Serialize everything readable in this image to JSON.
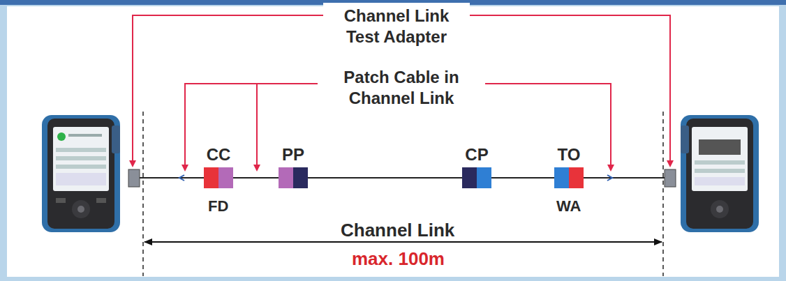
{
  "diagram": {
    "nodes": [
      {
        "text": [
          "Channel Link Test Adapter"
        ]
      },
      {
        "text": [
          "Patch Cable in Channel Link"
        ]
      },
      {
        "text": [
          "CC"
        ]
      },
      {
        "text": [
          "PP"
        ]
      },
      {
        "text": [
          "CP"
        ]
      },
      {
        "text": [
          "TO"
        ]
      }
    ],
    "edges": [
      {
        "from": 2,
        "to": 3,
        "arrow": "none"
      },
      {
        "from": 3,
        "to": 4,
        "arrow": "none"
      },
      {
        "from": 4,
        "to": 5,
        "arrow": "none"
      }
    ],
    "labels": [
      "FD",
      "WA",
      "Channel Link",
      "max. 100m"
    ]
  }
}
